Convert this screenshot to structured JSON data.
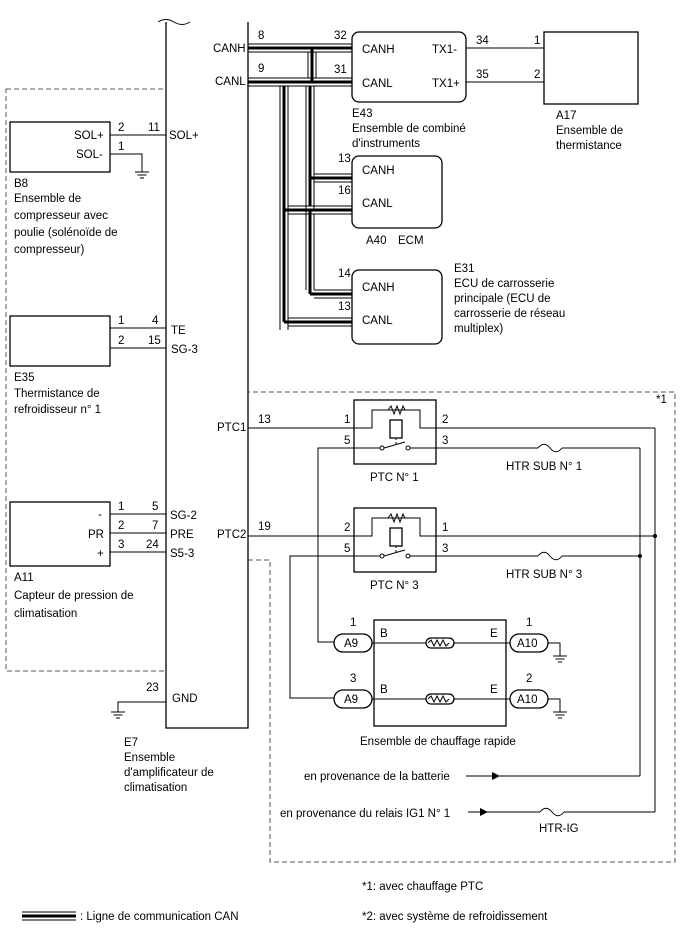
{
  "amp": {
    "connector": "E7",
    "name_lines": [
      "Ensemble",
      "d'amplificateur de",
      "climatisation"
    ],
    "pins": {
      "canh": {
        "num": "8",
        "label": "CANH"
      },
      "canl": {
        "num": "9",
        "label": "CANL"
      },
      "sol": {
        "num": "11",
        "label": "SOL+"
      },
      "te": {
        "num": "4",
        "label": "TE"
      },
      "sg3": {
        "num": "15",
        "label": "SG-3"
      },
      "sg2": {
        "num": "5",
        "label": "SG-2"
      },
      "pre": {
        "num": "7",
        "label": "PRE"
      },
      "s53": {
        "num": "24",
        "label": "S5-3"
      },
      "gnd": {
        "num": "23",
        "label": "GND"
      },
      "ptc1": {
        "num": "13",
        "label": "PTC1"
      },
      "ptc2": {
        "num": "19",
        "label": "PTC2"
      }
    }
  },
  "combi": {
    "connector": "E43",
    "name_lines": [
      "Ensemble de combiné",
      "d'instruments"
    ],
    "canh": {
      "num": "32",
      "label": "CANH"
    },
    "canl": {
      "num": "31",
      "label": "CANL"
    },
    "tx1m": {
      "num": "34",
      "label": "TX1-"
    },
    "tx1p": {
      "num": "35",
      "label": "TX1+"
    }
  },
  "thermistor": {
    "connector": "A17",
    "name_lines": [
      "Ensemble de",
      "thermistance"
    ],
    "pin1": "1",
    "pin2": "2"
  },
  "ecm": {
    "connector": "A40",
    "name": "ECM",
    "canh": {
      "num": "13",
      "label": "CANH"
    },
    "canl": {
      "num": "16",
      "label": "CANL"
    }
  },
  "body_ecu": {
    "connector": "E31",
    "name_lines": [
      "ECU de carrosserie",
      "principale (ECU de",
      "carrosserie de réseau",
      "multiplex)"
    ],
    "canh": {
      "num": "14",
      "label": "CANH"
    },
    "canl": {
      "num": "13",
      "label": "CANL"
    }
  },
  "compressor": {
    "connector": "B8",
    "name_lines": [
      "Ensemble de",
      "compresseur avec",
      "poulie (solénoïde de",
      "compresseur)"
    ],
    "pin_a": {
      "num": "2",
      "label": "SOL+"
    },
    "pin_b": {
      "num": "1",
      "label": "SOL-"
    }
  },
  "coolant_sensor": {
    "connector": "E35",
    "name_lines": [
      "Thermistance de",
      "refroidisseur n° 1"
    ],
    "pin_a": "1",
    "pin_b": "2"
  },
  "pressure_sensor": {
    "connector": "A11",
    "name_lines": [
      "Capteur de pression de",
      "climatisation"
    ],
    "pins": [
      {
        "num": "1",
        "label": "-"
      },
      {
        "num": "2",
        "label": "PR"
      },
      {
        "num": "3",
        "label": "+"
      }
    ]
  },
  "ptc_relay1": {
    "name": "PTC N° 1",
    "pins": [
      "1",
      "2",
      "5",
      "3"
    ]
  },
  "ptc_relay3": {
    "name": "PTC N° 3",
    "pins": [
      "2",
      "1",
      "5",
      "3"
    ]
  },
  "fuses": {
    "htr_sub1": "HTR SUB N° 1",
    "htr_sub3": "HTR SUB N° 3",
    "htr_ig": "HTR-IG"
  },
  "rapid_heater": {
    "name": "Ensemble de chauffage rapide",
    "rows": [
      {
        "left_conn": "A9",
        "left_pin": "1",
        "left_label": "B",
        "right_label": "E",
        "right_conn": "A10",
        "right_pin": "1"
      },
      {
        "left_conn": "A9",
        "left_pin": "3",
        "left_label": "B",
        "right_label": "E",
        "right_conn": "A10",
        "right_pin": "2"
      }
    ]
  },
  "sources": {
    "battery": "en provenance de la batterie",
    "ig1": "en provenance du relais IG1 N° 1"
  },
  "markers": {
    "m1": "*1",
    "m2": "*2"
  },
  "notes": {
    "n1": "*1: avec chauffage PTC",
    "n2": "*2: avec système de refroidissement"
  },
  "legend": {
    "can_line": ": Ligne de communication CAN"
  }
}
